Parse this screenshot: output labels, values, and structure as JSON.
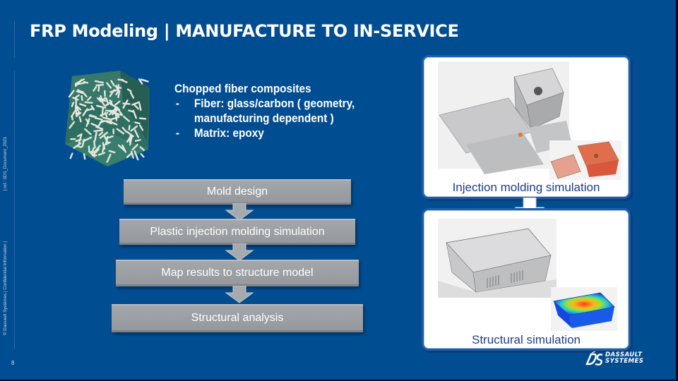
{
  "slide": {
    "title": "FRP Modeling | MANUFACTURE TO IN-SERVICE",
    "page_number": "8",
    "footer_copyright": "© Dassault Systèmes | Confidential Information |",
    "footer_ref": "| ref.: 3DS_Document_2021",
    "colors": {
      "background": "#014d91",
      "step_gray": "#9a9da1",
      "caption_blue": "#1b3f8a"
    }
  },
  "composite": {
    "heading": "Chopped fiber composites",
    "bullets": [
      {
        "dash": "-",
        "lines": [
          "Fiber: glass/carbon ( geometry,",
          "manufacturing dependent )"
        ]
      },
      {
        "dash": "-",
        "lines": [
          "Matrix: epoxy"
        ]
      }
    ],
    "image_icon": "fiber-cube-image"
  },
  "workflow": {
    "steps": [
      {
        "label": "Mold design"
      },
      {
        "label": "Plastic injection molding simulation"
      },
      {
        "label": "Map results to structure model"
      },
      {
        "label": "Structural analysis"
      }
    ],
    "arrow_icon": "down-arrow"
  },
  "panels": [
    {
      "caption": "Injection molding simulation",
      "image": "exploded-enclosure-image",
      "inset": "fill-results-image"
    },
    {
      "caption": "Structural simulation",
      "image": "enclosure-model-image",
      "inset": "stress-contour-image"
    }
  ],
  "brand": {
    "logo_line1": "DASSAULT",
    "logo_line2": "SYSTEMES",
    "logo_mark": "3DS"
  }
}
